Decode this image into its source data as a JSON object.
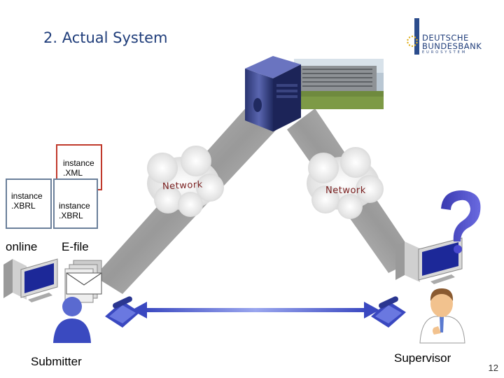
{
  "title": "2. Actual System",
  "logo": {
    "line1": "DEUTSCHE",
    "line2": "BUNDESBANK",
    "line3": "EUROSYSTEM"
  },
  "docs": {
    "xml": "instance\n.XML",
    "xbrl_left": "instance\n.XBRL",
    "xbrl_right": "instance\n.XBRL"
  },
  "channels": {
    "online": "online",
    "efile": "E-file"
  },
  "networks": {
    "left": "Network",
    "right": "Network"
  },
  "roles": {
    "submitter": "Submitter",
    "supervisor": "Supervisor"
  },
  "page_number": "12",
  "colors": {
    "title": "#1f3d7a",
    "arrow": "#4a58c8",
    "beam": "#9a9a9a",
    "network_text": "#7a2020",
    "doc_red": "#c0392b"
  }
}
